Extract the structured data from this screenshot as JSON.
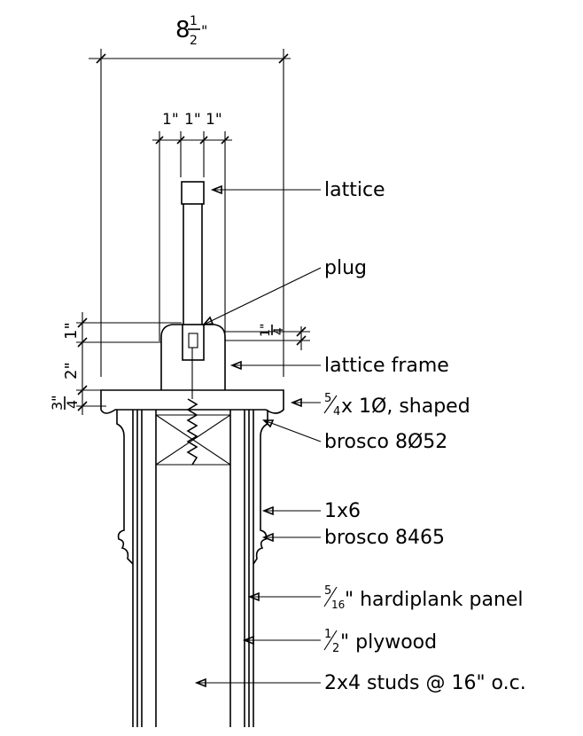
{
  "title": "",
  "dimensions": {
    "overall_width_main": "8",
    "overall_width_num": "1",
    "overall_width_den": "2",
    "overall_width_unit": "\"",
    "spacing_1": "1\"",
    "spacing_2": "1\"",
    "spacing_3": "1\"",
    "left_1": "1\"",
    "left_2": "2\"",
    "left_3_num": "3\"",
    "left_3_den": "4",
    "right_1_num": "1\"",
    "right_1_den": "4"
  },
  "callouts": {
    "lattice": "lattice",
    "plug": "plug",
    "lattice_frame": "lattice frame",
    "shaped_frac_num": "5",
    "shaped_frac_den": "4",
    "shaped_rest": " x 1Ø, shaped",
    "brosco_8052": "brosco 8Ø52",
    "one_by_six": "1x6",
    "brosco_8465": "brosco 8465",
    "hardiplank_num": "5",
    "hardiplank_den": "16",
    "hardiplank_rest": "\" hardiplank panel",
    "plywood_num": "1",
    "plywood_den": "2",
    "plywood_rest": "\" plywood",
    "studs": "2x4 studs @ 16\" o.c."
  },
  "colors": {
    "line": "#000000",
    "background": "#ffffff"
  }
}
